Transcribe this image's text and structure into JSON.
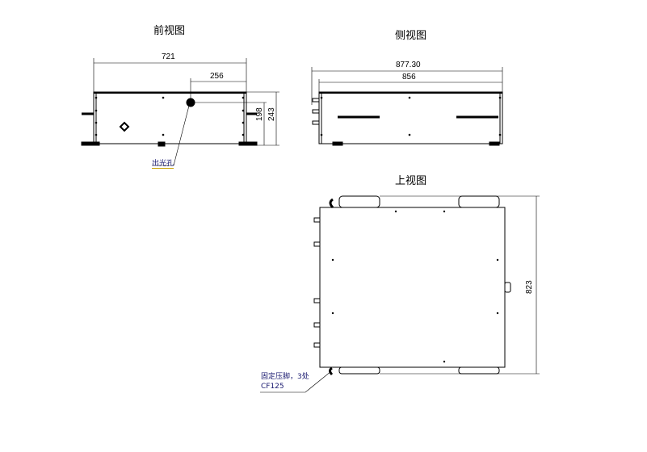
{
  "views": {
    "front": {
      "title": "前视图",
      "dim_width": "721",
      "dim_hole_offset": "256",
      "dim_hole_height": "198",
      "dim_height": "243",
      "hole_label": "出光孔"
    },
    "side": {
      "title": "侧视图",
      "dim_overall": "877.30",
      "dim_body": "856"
    },
    "top": {
      "title": "上视图",
      "dim_depth": "823",
      "foot_note": "固定压脚，3处",
      "foot_spec": "CF125"
    }
  },
  "colors": {
    "line": "#000000",
    "label_underline": "#c8a000"
  }
}
